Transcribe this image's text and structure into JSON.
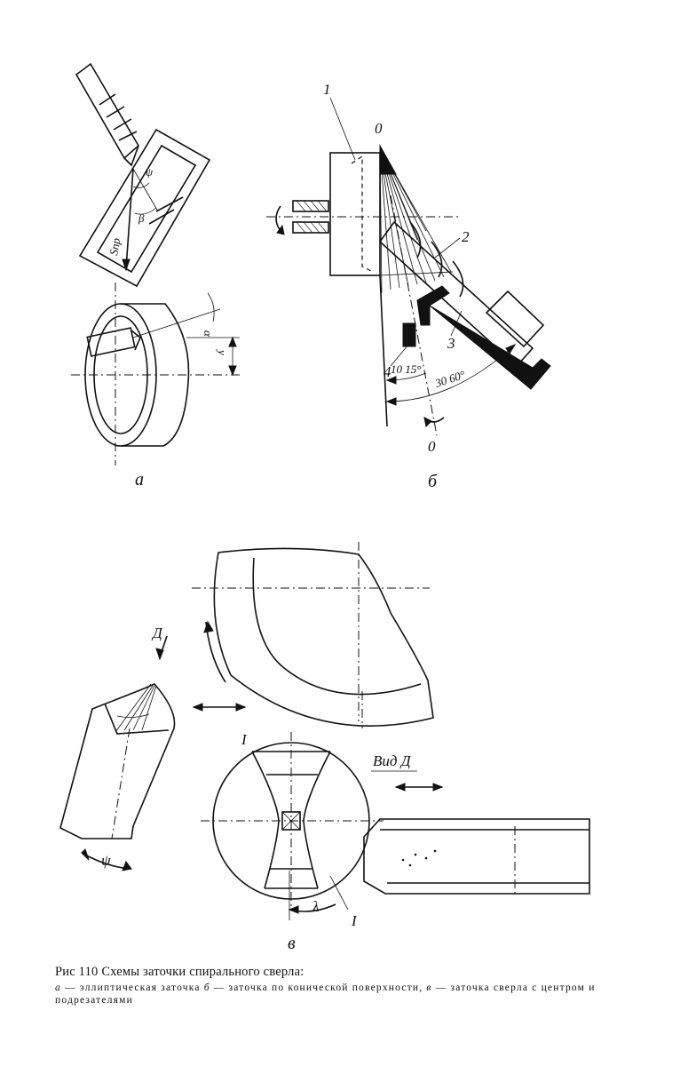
{
  "figure": {
    "panel_a": {
      "label": "а",
      "symbols": {
        "psi": "ψ",
        "s_pr": "Sпр",
        "beta": "β",
        "alpha": "α",
        "y": "y"
      }
    },
    "panel_b": {
      "label": "б",
      "axis_top": "0",
      "axis_bottom": "0",
      "callouts": [
        "1",
        "2",
        "3",
        "4"
      ],
      "angles_inner": "10 15°",
      "angles_outer": "30 60°"
    },
    "panel_v": {
      "label": "в",
      "direction_label": "Д",
      "view_label": "Вид Д",
      "section_mark_top": "I",
      "section_mark_bottom": "I",
      "angle_psi": "ψ",
      "angle_lambda": "λ"
    }
  },
  "caption": {
    "title": "Рис 110 Схемы заточки спирального сверла:",
    "items": [
      {
        "marker": "а",
        "text": " — эллиптическая заточка "
      },
      {
        "marker": "б",
        "text": " — заточка по конической поверхности, "
      },
      {
        "marker": "в",
        "text": " — заточка сверла с центром и подрезателями"
      }
    ]
  }
}
